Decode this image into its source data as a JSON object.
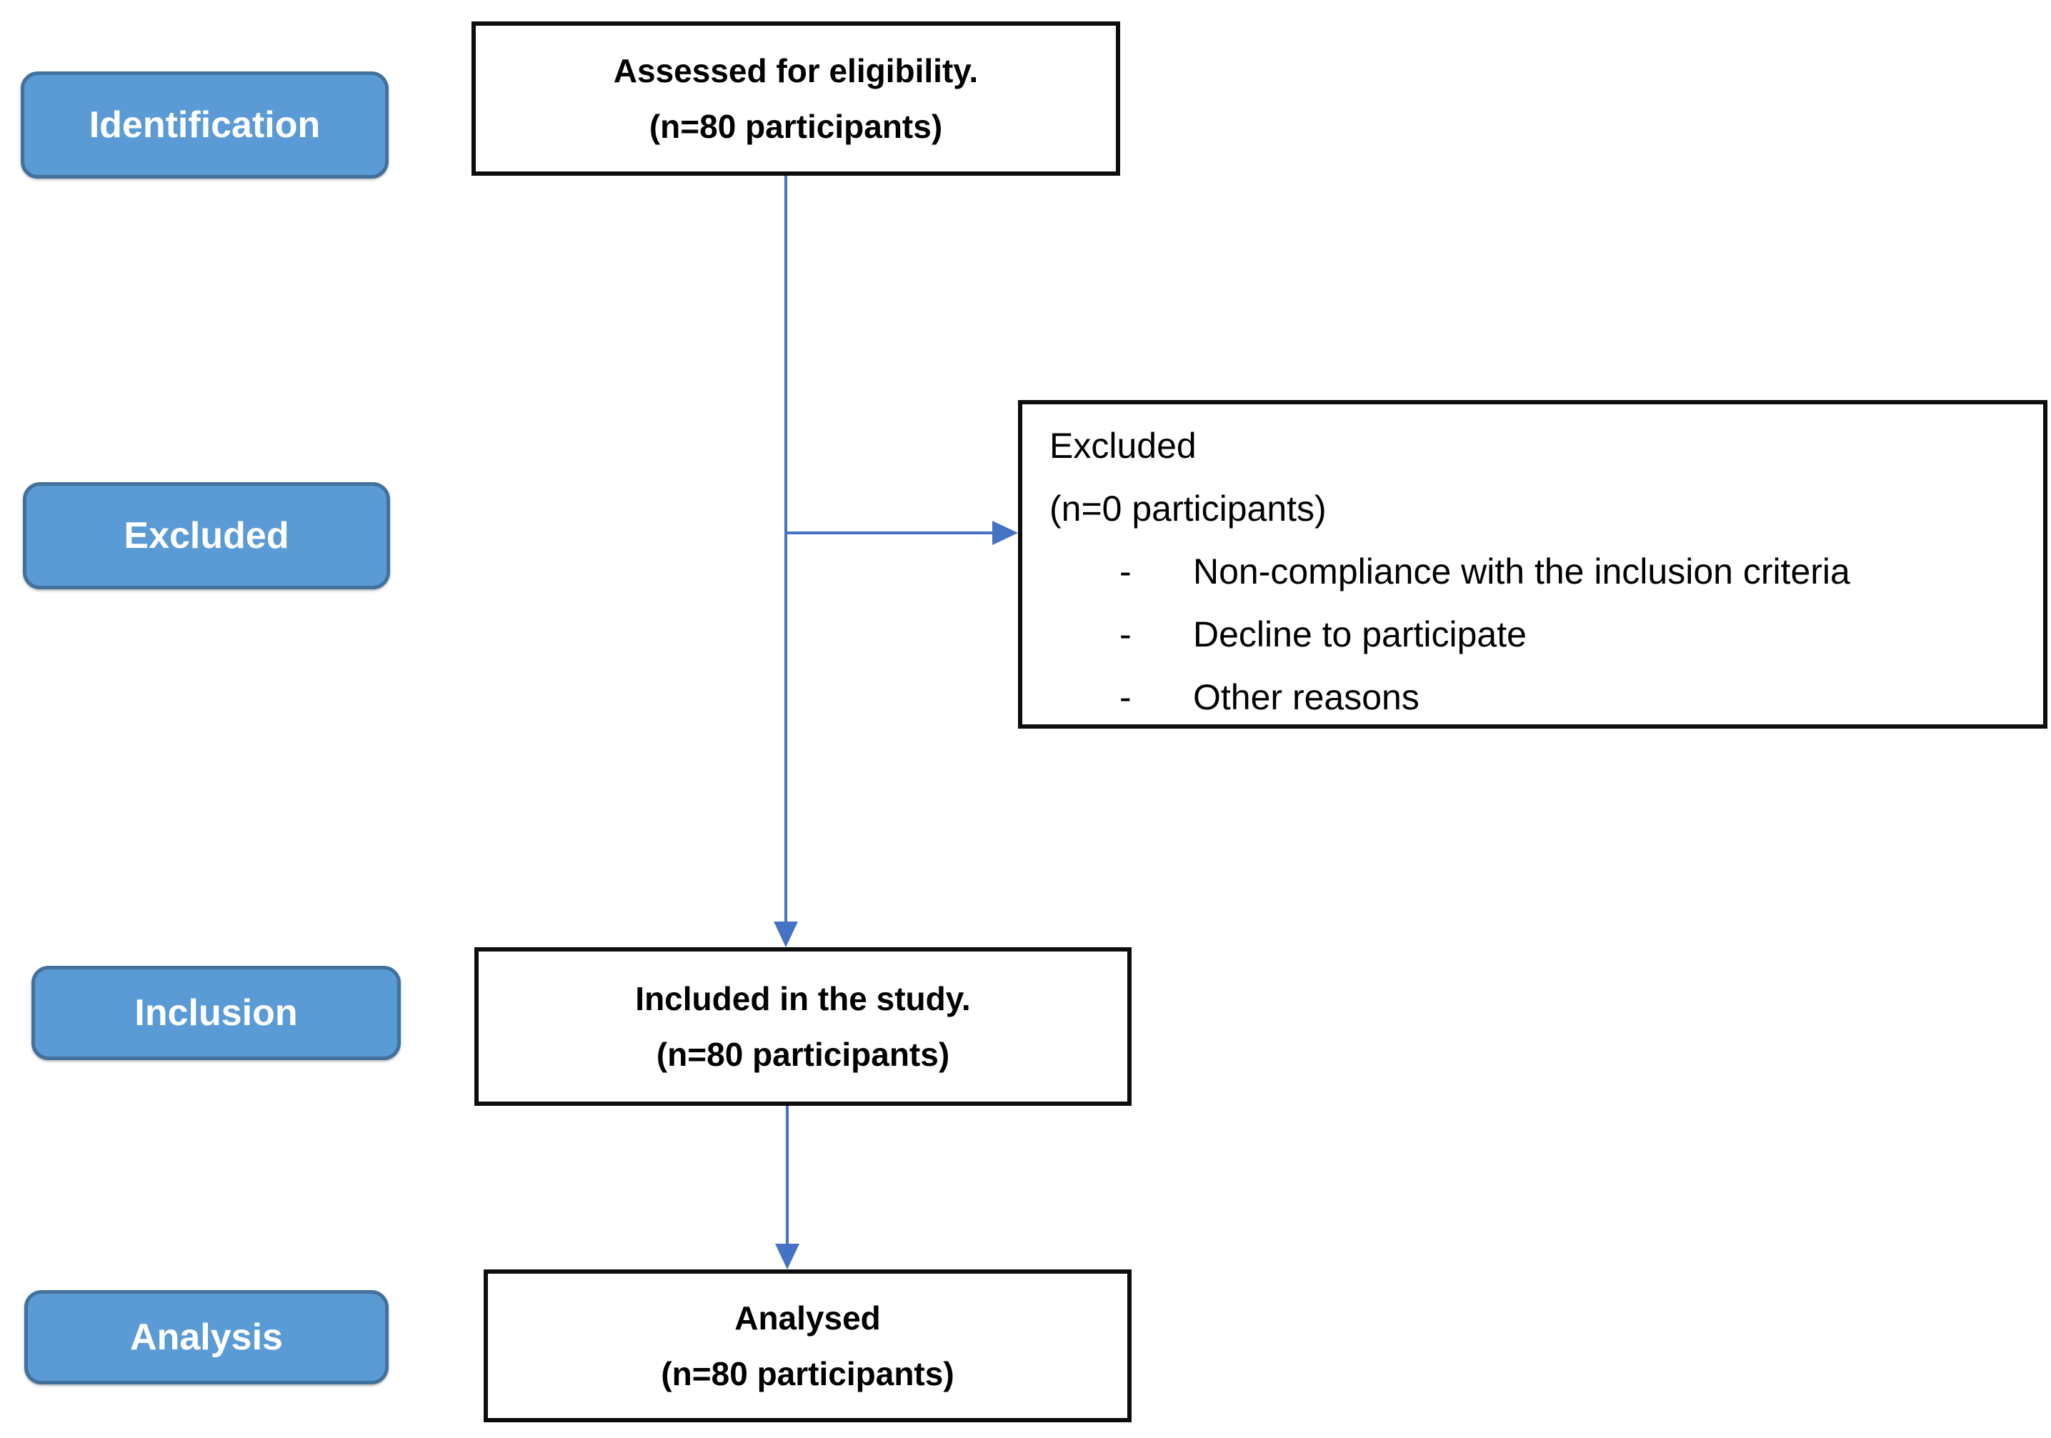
{
  "diagram": {
    "background": "#ffffff",
    "colors": {
      "stage_fill": "#5B9BD5",
      "stage_border": "#41719C",
      "stage_text": "#ffffff",
      "node_border": "#0d0d0d",
      "node_text": "#000000",
      "connector": "#4472C4"
    },
    "stages": {
      "identification": "Identification",
      "excluded": "Excluded",
      "inclusion": "Inclusion",
      "analysis": "Analysis"
    },
    "nodes": {
      "assessed": {
        "line1": "Assessed for eligibility.",
        "line2": "(n=80 participants)"
      },
      "excluded_detail": {
        "title": "Excluded",
        "subtitle": "(n=0 participants)",
        "bullet_marker": "-",
        "reasons": [
          "Non-compliance with the inclusion criteria",
          "Decline to participate",
          "Other reasons"
        ]
      },
      "included": {
        "line1": "Included in the study.",
        "line2": "(n=80 participants)"
      },
      "analysed": {
        "line1": "Analysed",
        "line2": "(n=80 participants)"
      }
    }
  }
}
